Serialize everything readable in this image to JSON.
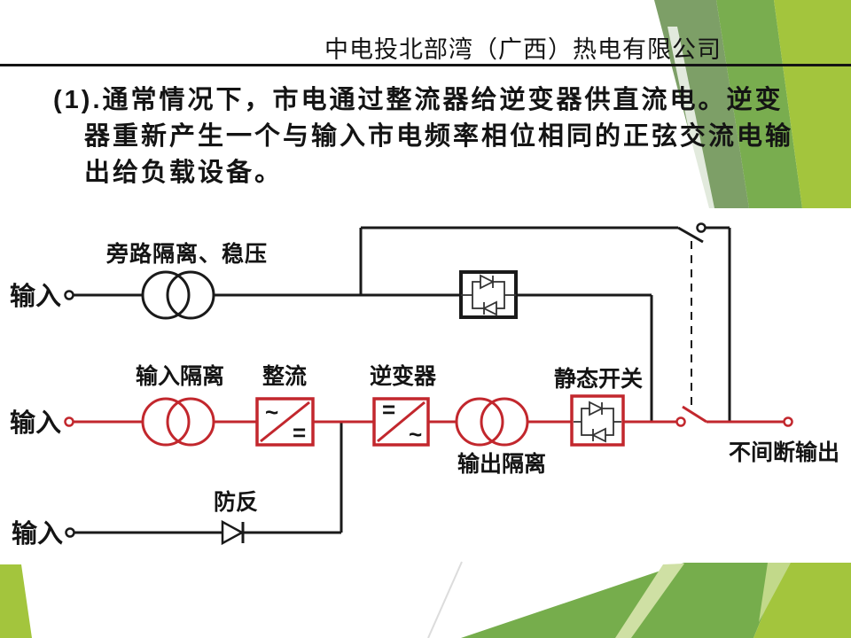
{
  "slide": {
    "title": "中电投北部湾（广西）热电有限公司",
    "paragraph": {
      "line1": "(1).通常情况下，市电通过整流器给逆变器供直流电。逆变",
      "line2": "器重新产生一个与输入市电频率相位相同的正弦交流电输",
      "line3": "出给负载设备。"
    }
  },
  "diagram": {
    "inputs": {
      "bypass": "输入",
      "main": "输入",
      "reserve": "输入"
    },
    "labels": {
      "bypass_path": "旁路隔离、稳压",
      "input_isolation": "输入隔离",
      "rectifier": "整流",
      "inverter": "逆变器",
      "output_isolation": "输出隔离",
      "static_switch": "静态开关",
      "anti_reverse": "防反",
      "ups_output": "不间断输出"
    },
    "converter_symbols": {
      "rectifier_in": "~",
      "rectifier_out": "=",
      "inverter_in": "=",
      "inverter_out": "~"
    },
    "colors": {
      "main_path": "#c2272d",
      "bypass_path": "#1a1a1a"
    }
  },
  "decor_colors": {
    "green_muted": "#7d9f67",
    "green_mid": "#76ad4c",
    "green_light": "#a3c53d"
  }
}
